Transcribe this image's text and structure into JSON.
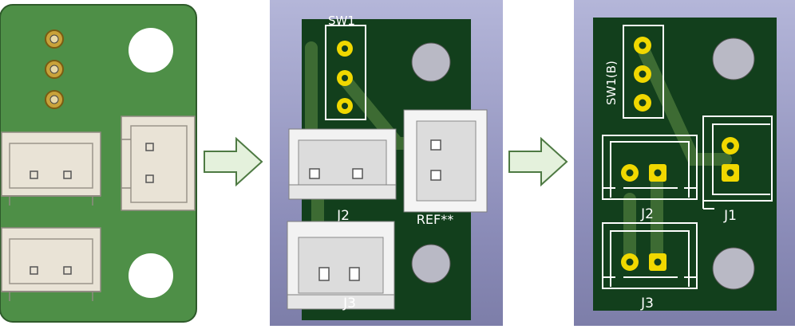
{
  "panel_1": {
    "caption": ""
  },
  "panel_2": {
    "labels": {
      "sw1": "SW1",
      "j2": "J2",
      "j3": "J3",
      "ref": "REF**"
    }
  },
  "panel_3": {
    "labels": {
      "sw1": "SW1(B)",
      "j2": "J2",
      "j1": "J1",
      "j3": "J3"
    }
  },
  "colors": {
    "pcb_green_3d": "#4e8f47",
    "pcb_green_layout": "#123f1c",
    "trace_green": "#3d6b33",
    "pad_yellow": "#f0d800",
    "connector_beige": "#e9e3d6",
    "arrow_fill": "#e4f1dc",
    "arrow_stroke": "#4e7a43",
    "silkscreen": "#ffffff"
  }
}
